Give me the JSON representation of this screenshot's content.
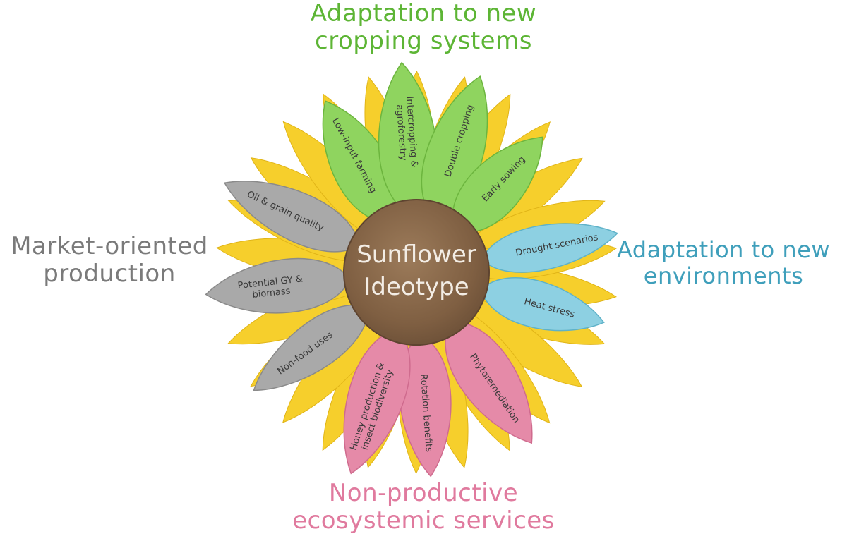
{
  "center": {
    "label_line1": "Sunflower",
    "label_line2": "Ideotype"
  },
  "colors": {
    "green": "#8fd45f",
    "green_title": "#5db535",
    "blue": "#8dd0e2",
    "blue_title": "#3f9fbb",
    "gray": "#a9a9a9",
    "gray_title": "#7a7a7a",
    "pink": "#e58aa8",
    "pink_title": "#e07a9e",
    "yellow": "#f6cf2c",
    "disc": "#8a6a4c",
    "disc_text": "#f3ede5"
  },
  "groups": {
    "top": {
      "title": "Adaptation to new\ncropping systems"
    },
    "right": {
      "title": "Adaptation to new\nenvironments"
    },
    "left": {
      "title": "Market-oriented\nproduction"
    },
    "bottom": {
      "title": "Non-productive\necosystemic services"
    }
  },
  "petals": [
    {
      "group": "green",
      "lines": [
        "Low-input farming"
      ]
    },
    {
      "group": "green",
      "lines": [
        "Intercropping &",
        "agroforestry"
      ]
    },
    {
      "group": "green",
      "lines": [
        "Double cropping"
      ]
    },
    {
      "group": "green",
      "lines": [
        "Early sowing"
      ]
    },
    {
      "group": "blue",
      "lines": [
        "Drought scenarios"
      ]
    },
    {
      "group": "blue",
      "lines": [
        "Heat stress"
      ]
    },
    {
      "group": "pink",
      "lines": [
        "Phytoremediation"
      ]
    },
    {
      "group": "pink",
      "lines": [
        "Rotation benefits"
      ]
    },
    {
      "group": "pink",
      "lines": [
        "Honey production &",
        "insect biodiversity"
      ]
    },
    {
      "group": "gray",
      "lines": [
        "Non-food uses"
      ]
    },
    {
      "group": "gray",
      "lines": [
        "Potential GY &",
        "biomass"
      ]
    },
    {
      "group": "gray",
      "lines": [
        "Oil & grain quality"
      ]
    }
  ]
}
